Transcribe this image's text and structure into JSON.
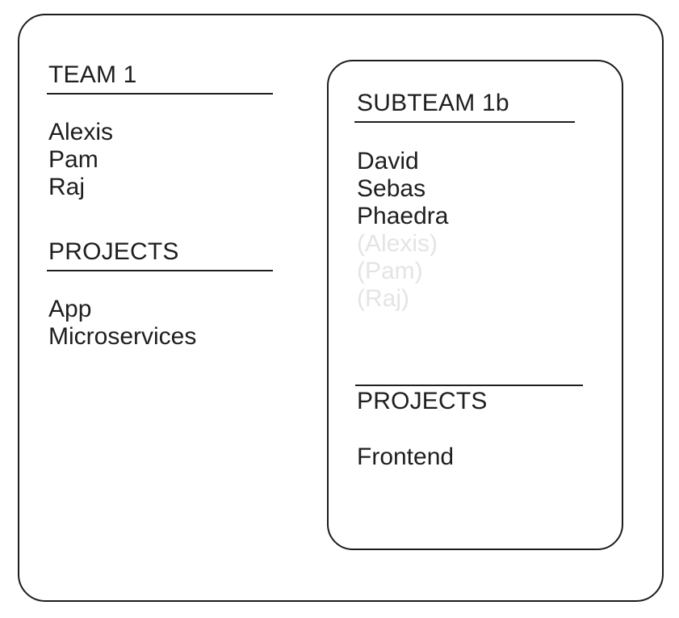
{
  "diagram": {
    "title_visible": false,
    "colors": {
      "stroke": "#1c1c1c",
      "text": "#1e1e1e",
      "inherited_text": "#e4e4e4",
      "background": "#ffffff"
    }
  },
  "team": {
    "name": "TEAM 1",
    "members_heading_shown": false,
    "members": [
      {
        "label": "Alexis",
        "inherited": false
      },
      {
        "label": "Pam",
        "inherited": false
      },
      {
        "label": "Raj",
        "inherited": false
      }
    ],
    "projects_heading": "PROJECTS",
    "projects": [
      {
        "label": "App"
      },
      {
        "label": "Microservices"
      }
    ]
  },
  "subteam": {
    "name": "SUBTEAM 1b",
    "members": [
      {
        "label": "David",
        "inherited": false
      },
      {
        "label": "Sebas",
        "inherited": false
      },
      {
        "label": "Phaedra",
        "inherited": false
      },
      {
        "label": "(Alexis)",
        "inherited": true
      },
      {
        "label": "(Pam)",
        "inherited": true
      },
      {
        "label": "(Raj)",
        "inherited": true
      }
    ],
    "projects_heading": "PROJECTS",
    "projects": [
      {
        "label": "Frontend"
      }
    ]
  }
}
